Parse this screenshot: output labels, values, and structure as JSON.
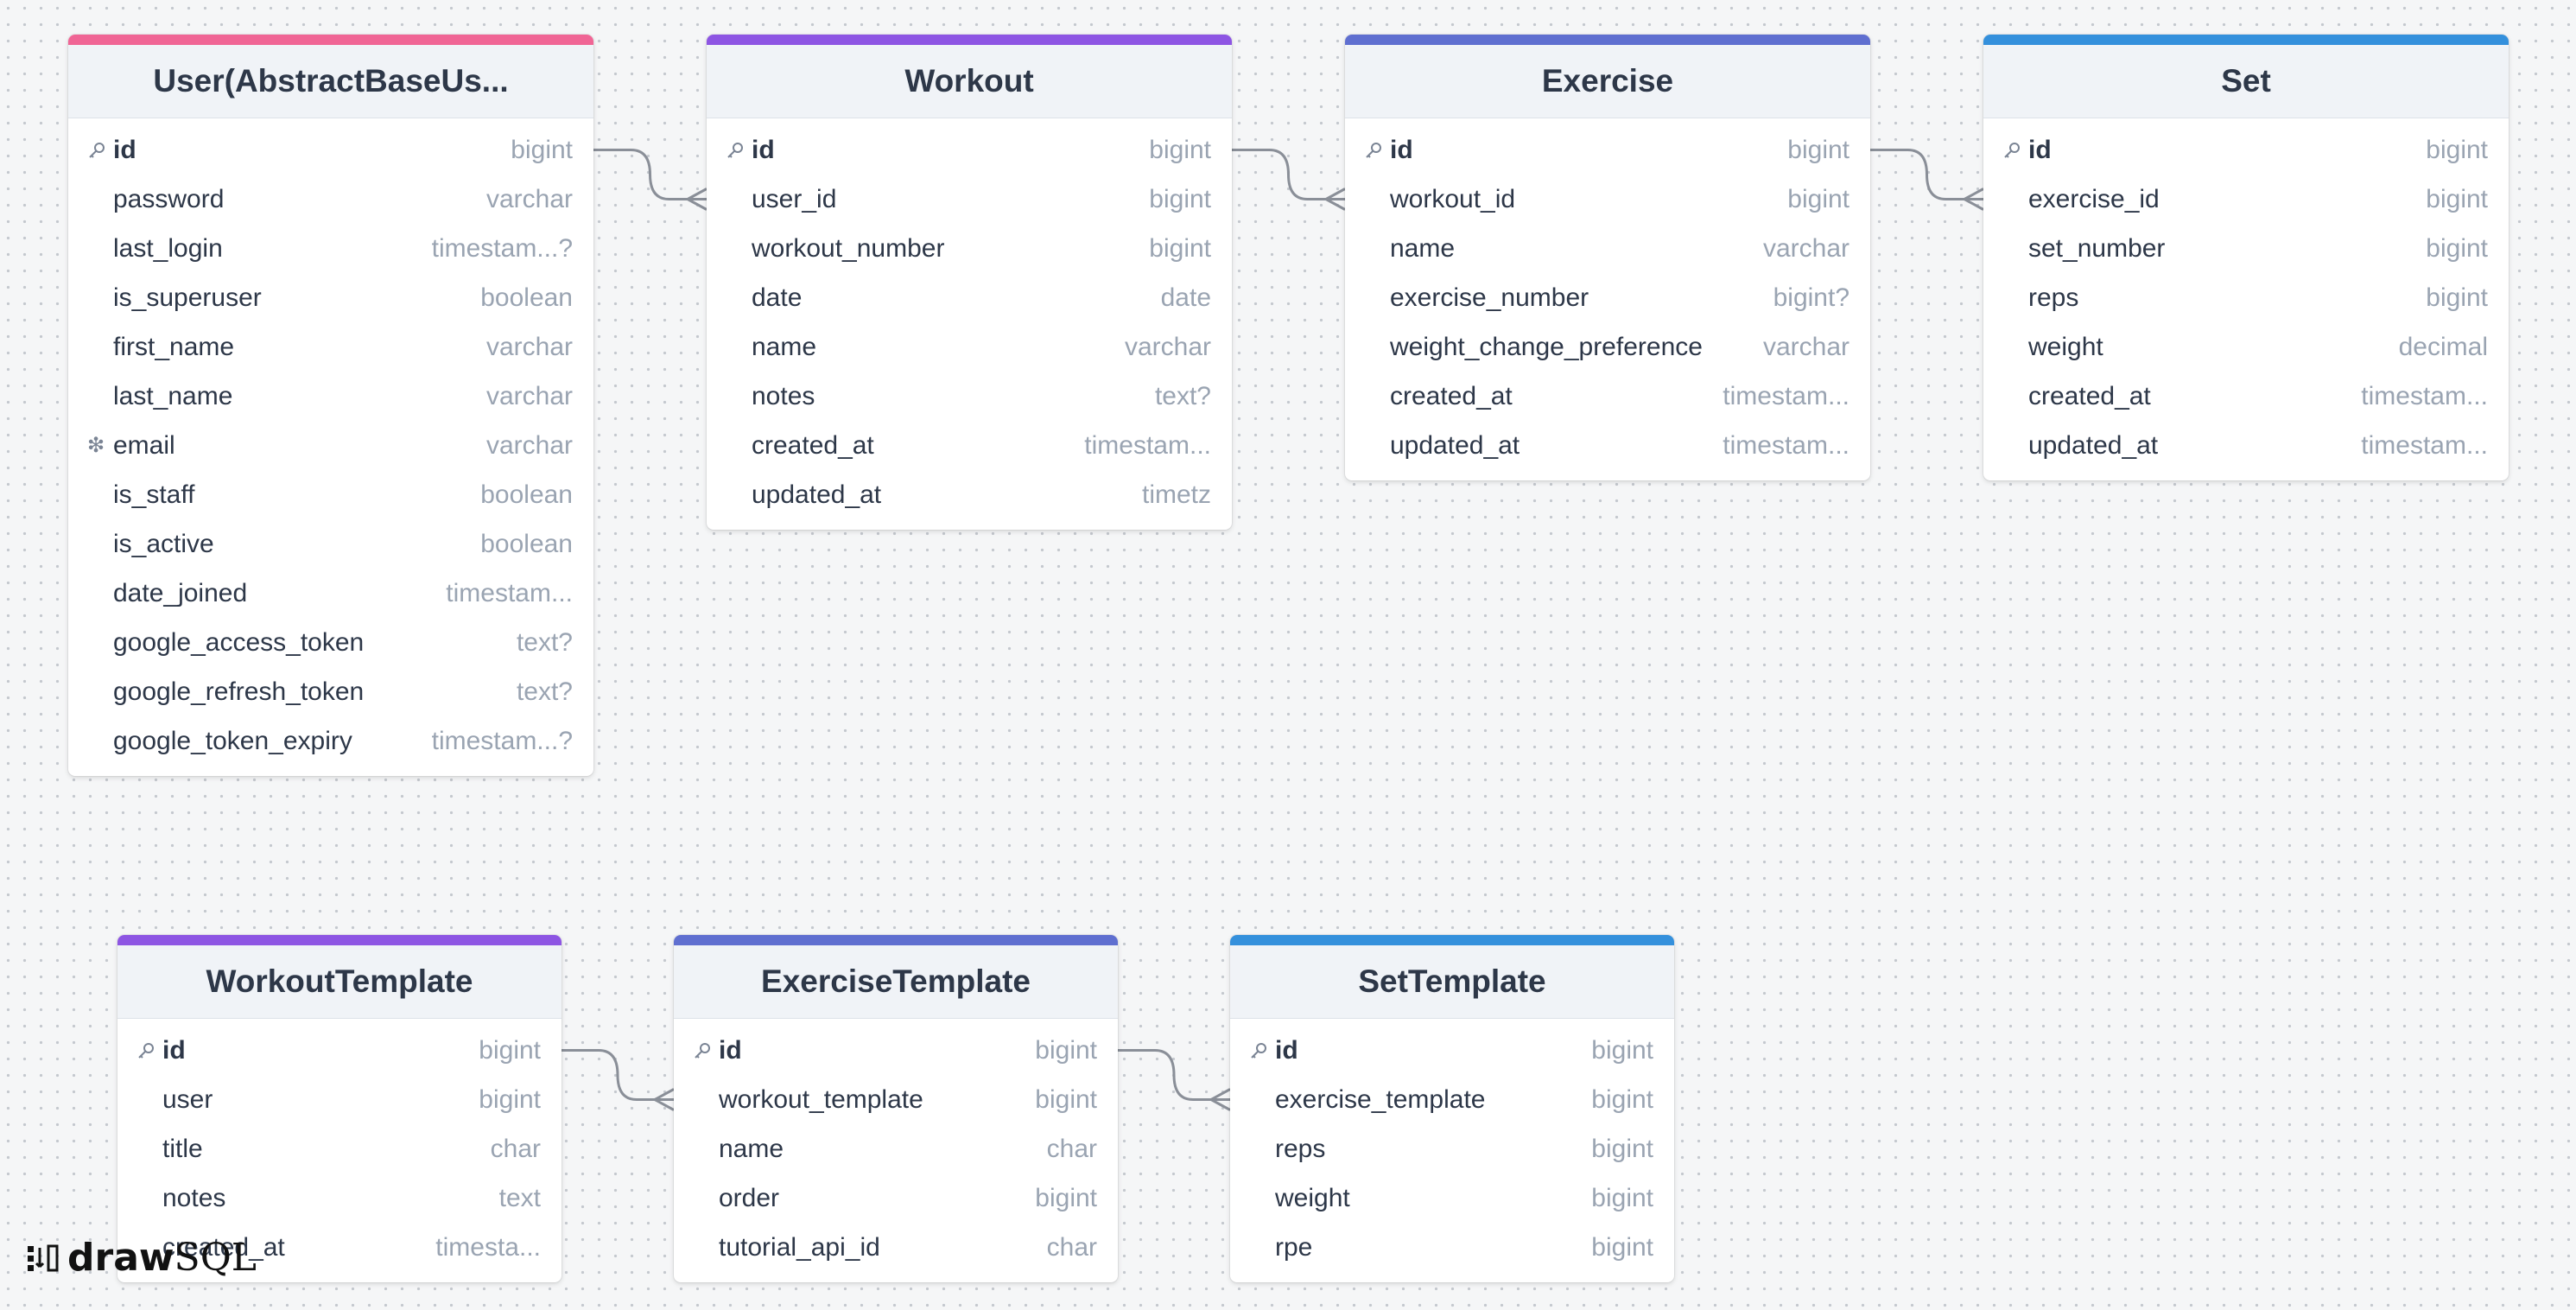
{
  "app": {
    "logo_draw": "draw",
    "logo_sql": "SQL"
  },
  "colors": {
    "pink": "#f06595",
    "purple": "#8d55e3",
    "indigo": "#5f6fd0",
    "blue": "#3490dc",
    "connector": "#8a8f98"
  },
  "tables": [
    {
      "name": "User(AbstractBaseUs...",
      "color": "#f06595",
      "fields": [
        {
          "name": "id",
          "type": "bigint",
          "icon": "key-icon",
          "pk": true
        },
        {
          "name": "password",
          "type": "varchar"
        },
        {
          "name": "last_login",
          "type": "timestam...?"
        },
        {
          "name": "is_superuser",
          "type": "boolean"
        },
        {
          "name": "first_name",
          "type": "varchar"
        },
        {
          "name": "last_name",
          "type": "varchar"
        },
        {
          "name": "email",
          "type": "varchar",
          "icon": "unique-icon"
        },
        {
          "name": "is_staff",
          "type": "boolean"
        },
        {
          "name": "is_active",
          "type": "boolean"
        },
        {
          "name": "date_joined",
          "type": "timestam..."
        },
        {
          "name": "google_access_token",
          "type": "text?"
        },
        {
          "name": "google_refresh_token",
          "type": "text?"
        },
        {
          "name": "google_token_expiry",
          "type": "timestam...?"
        }
      ]
    },
    {
      "name": "Workout",
      "color": "#8d55e3",
      "fields": [
        {
          "name": "id",
          "type": "bigint",
          "icon": "key-icon",
          "pk": true
        },
        {
          "name": "user_id",
          "type": "bigint"
        },
        {
          "name": "workout_number",
          "type": "bigint"
        },
        {
          "name": "date",
          "type": "date"
        },
        {
          "name": "name",
          "type": "varchar"
        },
        {
          "name": "notes",
          "type": "text?"
        },
        {
          "name": "created_at",
          "type": "timestam..."
        },
        {
          "name": "updated_at",
          "type": "timetz"
        }
      ]
    },
    {
      "name": "Exercise",
      "color": "#5f6fd0",
      "fields": [
        {
          "name": "id",
          "type": "bigint",
          "icon": "key-icon",
          "pk": true
        },
        {
          "name": "workout_id",
          "type": "bigint"
        },
        {
          "name": "name",
          "type": "varchar"
        },
        {
          "name": "exercise_number",
          "type": "bigint?"
        },
        {
          "name": "weight_change_preference",
          "type": "varchar"
        },
        {
          "name": "created_at",
          "type": "timestam..."
        },
        {
          "name": "updated_at",
          "type": "timestam..."
        }
      ]
    },
    {
      "name": "Set",
      "color": "#3490dc",
      "fields": [
        {
          "name": "id",
          "type": "bigint",
          "icon": "key-icon",
          "pk": true
        },
        {
          "name": "exercise_id",
          "type": "bigint"
        },
        {
          "name": "set_number",
          "type": "bigint"
        },
        {
          "name": "reps",
          "type": "bigint"
        },
        {
          "name": "weight",
          "type": "decimal"
        },
        {
          "name": "created_at",
          "type": "timestam..."
        },
        {
          "name": "updated_at",
          "type": "timestam..."
        }
      ]
    },
    {
      "name": "WorkoutTemplate",
      "color": "#8d55e3",
      "fields": [
        {
          "name": "id",
          "type": "bigint",
          "icon": "key-icon",
          "pk": true
        },
        {
          "name": "user",
          "type": "bigint"
        },
        {
          "name": "title",
          "type": "char"
        },
        {
          "name": "notes",
          "type": "text"
        },
        {
          "name": "created_at",
          "type": "timesta..."
        }
      ]
    },
    {
      "name": "ExerciseTemplate",
      "color": "#5f6fd0",
      "fields": [
        {
          "name": "id",
          "type": "bigint",
          "icon": "key-icon",
          "pk": true
        },
        {
          "name": "workout_template",
          "type": "bigint"
        },
        {
          "name": "name",
          "type": "char"
        },
        {
          "name": "order",
          "type": "bigint"
        },
        {
          "name": "tutorial_api_id",
          "type": "char"
        }
      ]
    },
    {
      "name": "SetTemplate",
      "color": "#3490dc",
      "fields": [
        {
          "name": "id",
          "type": "bigint",
          "icon": "key-icon",
          "pk": true
        },
        {
          "name": "exercise_template",
          "type": "bigint"
        },
        {
          "name": "reps",
          "type": "bigint"
        },
        {
          "name": "weight",
          "type": "bigint"
        },
        {
          "name": "rpe",
          "type": "bigint"
        }
      ]
    }
  ],
  "relations": [
    {
      "from_table": "User(AbstractBaseUs...",
      "from_field": "id",
      "to_table": "Workout",
      "to_field": "user_id",
      "cardinality": "one-to-many"
    },
    {
      "from_table": "Workout",
      "from_field": "id",
      "to_table": "Exercise",
      "to_field": "workout_id",
      "cardinality": "one-to-many"
    },
    {
      "from_table": "Exercise",
      "from_field": "id",
      "to_table": "Set",
      "to_field": "exercise_id",
      "cardinality": "one-to-many"
    },
    {
      "from_table": "WorkoutTemplate",
      "from_field": "id",
      "to_table": "ExerciseTemplate",
      "to_field": "workout_template",
      "cardinality": "one-to-many"
    },
    {
      "from_table": "ExerciseTemplate",
      "from_field": "id",
      "to_table": "SetTemplate",
      "to_field": "exercise_template",
      "cardinality": "one-to-many"
    }
  ]
}
